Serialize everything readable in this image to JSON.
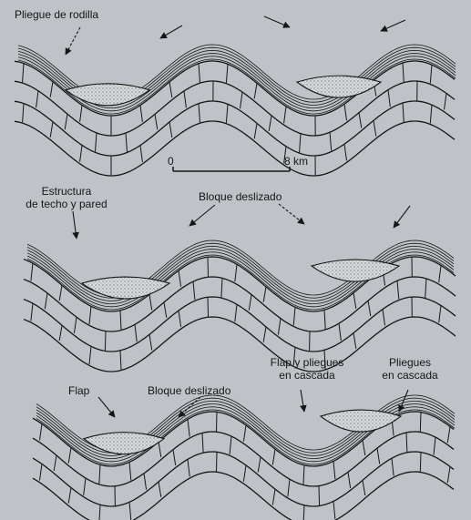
{
  "colors": {
    "background": "#bfc3c7",
    "ink": "#161616",
    "fill_sediment": "#d7d9db"
  },
  "panels": [
    {
      "labels": [
        {
          "key": "pliegue_rodilla",
          "lines": [
            "Pliegue de rodilla"
          ]
        }
      ]
    },
    {
      "labels": [
        {
          "key": "techo_pared",
          "lines": [
            "Estructura",
            "de techo y pared"
          ]
        },
        {
          "key": "bloque_1",
          "lines": [
            "Bloque deslizado"
          ]
        }
      ]
    },
    {
      "labels": [
        {
          "key": "flap",
          "lines": [
            "Flap"
          ]
        },
        {
          "key": "bloque_2",
          "lines": [
            "Bloque deslizado"
          ]
        },
        {
          "key": "flap_cascada",
          "lines": [
            "Flap y pliegues",
            "en cascada"
          ]
        },
        {
          "key": "pliegues_cascada",
          "lines": [
            "Pliegues",
            "en cascada"
          ]
        }
      ]
    }
  ],
  "scale_bar": {
    "start_label": "0",
    "end_label": "8 km"
  }
}
